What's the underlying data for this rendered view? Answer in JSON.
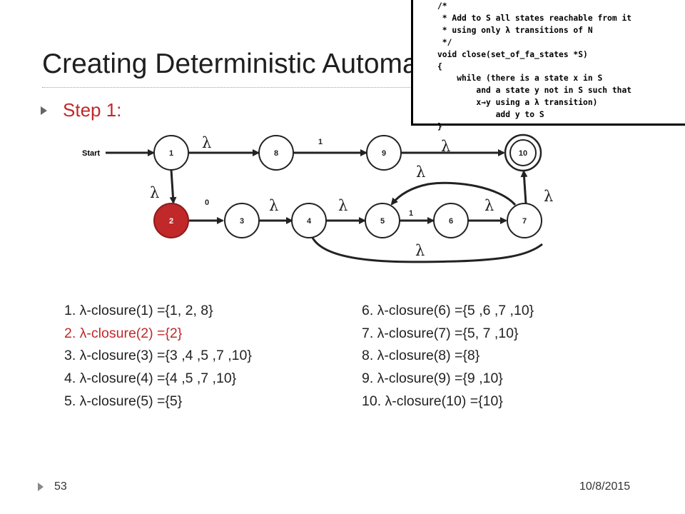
{
  "title": "Creating Deterministic Automata",
  "step": "Step 1:",
  "code_lines": [
    "/*",
    " * Add to S all states reachable from it",
    " * using only λ transitions of N",
    " */",
    "void close(set_of_fa_states *S)",
    "{",
    "    while (there is a state x in S",
    "        and a state y not in S such that",
    "        x→y using a λ transition)",
    "            add y to S",
    "}"
  ],
  "diagram": {
    "start_label": "Start",
    "nodes": [
      {
        "id": "1",
        "label": "1",
        "fill": "#ffffff",
        "accept": false
      },
      {
        "id": "8",
        "label": "8",
        "fill": "#ffffff",
        "accept": false
      },
      {
        "id": "9",
        "label": "9",
        "fill": "#ffffff",
        "accept": false
      },
      {
        "id": "10",
        "label": "10",
        "fill": "#ffffff",
        "accept": true
      },
      {
        "id": "2",
        "label": "2",
        "fill": "#c0282a",
        "accept": false
      },
      {
        "id": "3",
        "label": "3",
        "fill": "#ffffff",
        "accept": false
      },
      {
        "id": "4",
        "label": "4",
        "fill": "#ffffff",
        "accept": false
      },
      {
        "id": "5",
        "label": "5",
        "fill": "#ffffff",
        "accept": false
      },
      {
        "id": "6",
        "label": "6",
        "fill": "#ffffff",
        "accept": false
      },
      {
        "id": "7",
        "label": "7",
        "fill": "#ffffff",
        "accept": false
      }
    ],
    "edges": [
      {
        "from": "1",
        "to": "8",
        "label": "λ"
      },
      {
        "from": "8",
        "to": "9",
        "label": "1"
      },
      {
        "from": "9",
        "to": "10",
        "label": "λ"
      },
      {
        "from": "1",
        "to": "2",
        "label": "λ"
      },
      {
        "from": "2",
        "to": "3",
        "label": "0"
      },
      {
        "from": "3",
        "to": "4",
        "label": "λ"
      },
      {
        "from": "4",
        "to": "5",
        "label": "λ"
      },
      {
        "from": "5",
        "to": "6",
        "label": "1"
      },
      {
        "from": "6",
        "to": "7",
        "label": "λ"
      },
      {
        "from": "7",
        "to": "10",
        "label": "λ"
      },
      {
        "from": "7",
        "to": "5",
        "label": "λ"
      },
      {
        "from": "4",
        "to": "7",
        "label": "λ"
      }
    ]
  },
  "closures_left": [
    {
      "text": "1. λ-closure(1) ={1, 2, 8}",
      "highlight": false
    },
    {
      "text": "2. λ-closure(2) ={2}",
      "highlight": true
    },
    {
      "text": "3. λ-closure(3) ={3 ,4 ,5 ,7 ,10}",
      "highlight": false
    },
    {
      "text": "4. λ-closure(4) ={4 ,5 ,7 ,10}",
      "highlight": false
    },
    {
      "text": "5. λ-closure(5) ={5}",
      "highlight": false
    }
  ],
  "closures_right": [
    {
      "text": "6. λ-closure(6) ={5 ,6 ,7 ,10}",
      "highlight": false
    },
    {
      "text": "7. λ-closure(7) ={5, 7 ,10}",
      "highlight": false
    },
    {
      "text": "8. λ-closure(8) ={8}",
      "highlight": false
    },
    {
      "text": "9. λ-closure(9) ={9 ,10}",
      "highlight": false
    },
    {
      "text": "10. λ-closure(10) ={10}",
      "highlight": false
    }
  ],
  "footer": {
    "page": "53",
    "date": "10/8/2015"
  },
  "colors": {
    "accent": "#c0282a",
    "text": "#222222"
  }
}
